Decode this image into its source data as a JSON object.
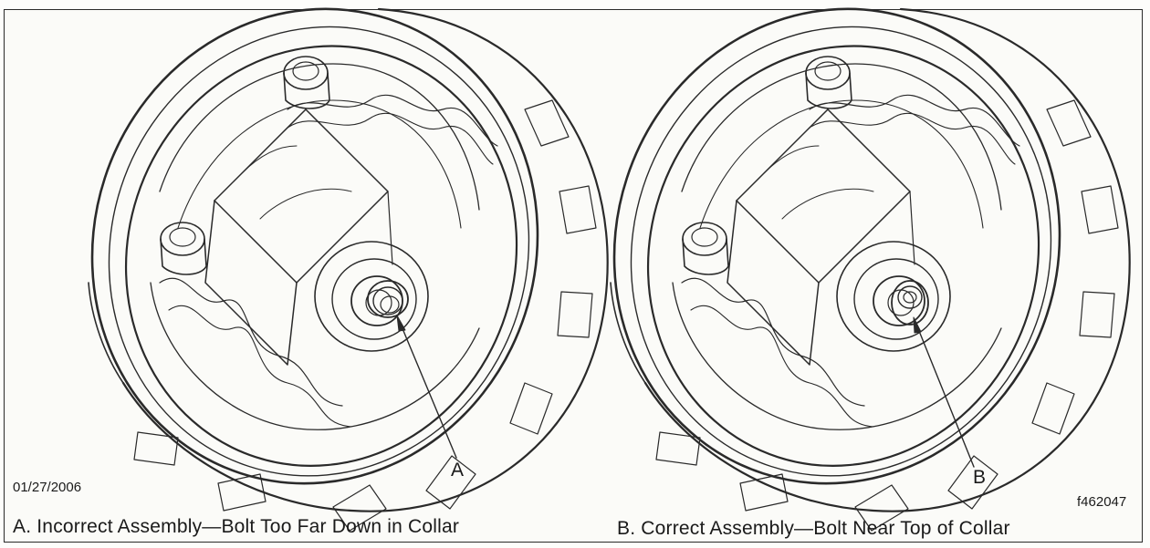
{
  "figure": {
    "date": "01/27/2006",
    "figure_id": "f462047",
    "callout_a": "A",
    "callout_b": "B",
    "caption_a": "A.  Incorrect Assembly—Bolt Too Far Down in Collar",
    "caption_b": "B.  Correct Assembly—Bolt Near Top of Collar"
  },
  "colors": {
    "line": "#2a2a2a",
    "paper": "#fbfbf8"
  }
}
